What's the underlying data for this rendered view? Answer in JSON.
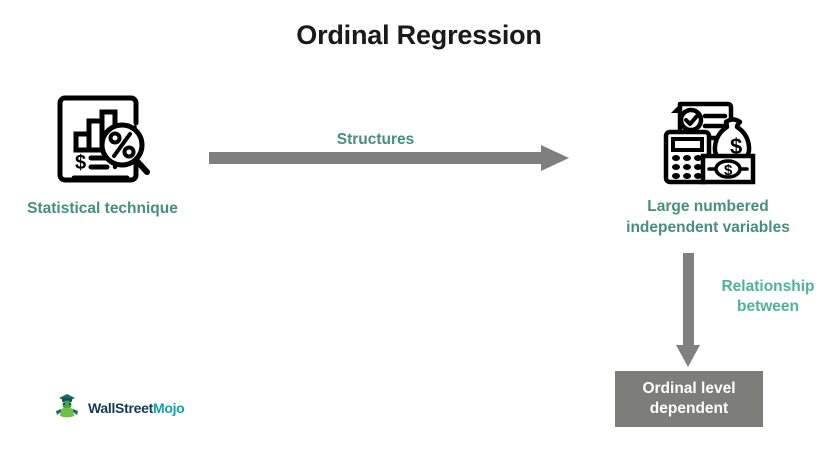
{
  "title": "Ordinal Regression",
  "nodes": {
    "statistical": {
      "label": "Statistical technique",
      "icon": "document-bar-chart-magnifier-percent-icon"
    },
    "variables": {
      "label": "Large numbered\nindependent variables",
      "icon": "document-calculator-money-bag-banknote-icon"
    },
    "ordinal": {
      "label": "Ordinal level\ndependent"
    }
  },
  "arrows": {
    "structures": {
      "label": "Structures",
      "direction": "right"
    },
    "relationship": {
      "label": "Relationship\nbetween",
      "direction": "down"
    }
  },
  "logo": {
    "primary": "WallStreet",
    "accent": "Mojo",
    "icon": "wallstreetmojo-graduate-icon"
  },
  "colors": {
    "title": "#1a1a1a",
    "label_teal": "#478e7e",
    "label_teal_light": "#4fb395",
    "arrow_gray": "#7f7f7f",
    "box_gray": "#7d7d79",
    "box_text": "#ffffff",
    "background": "#ffffff",
    "logo_primary": "#133a54",
    "logo_accent": "#12a3a3"
  }
}
